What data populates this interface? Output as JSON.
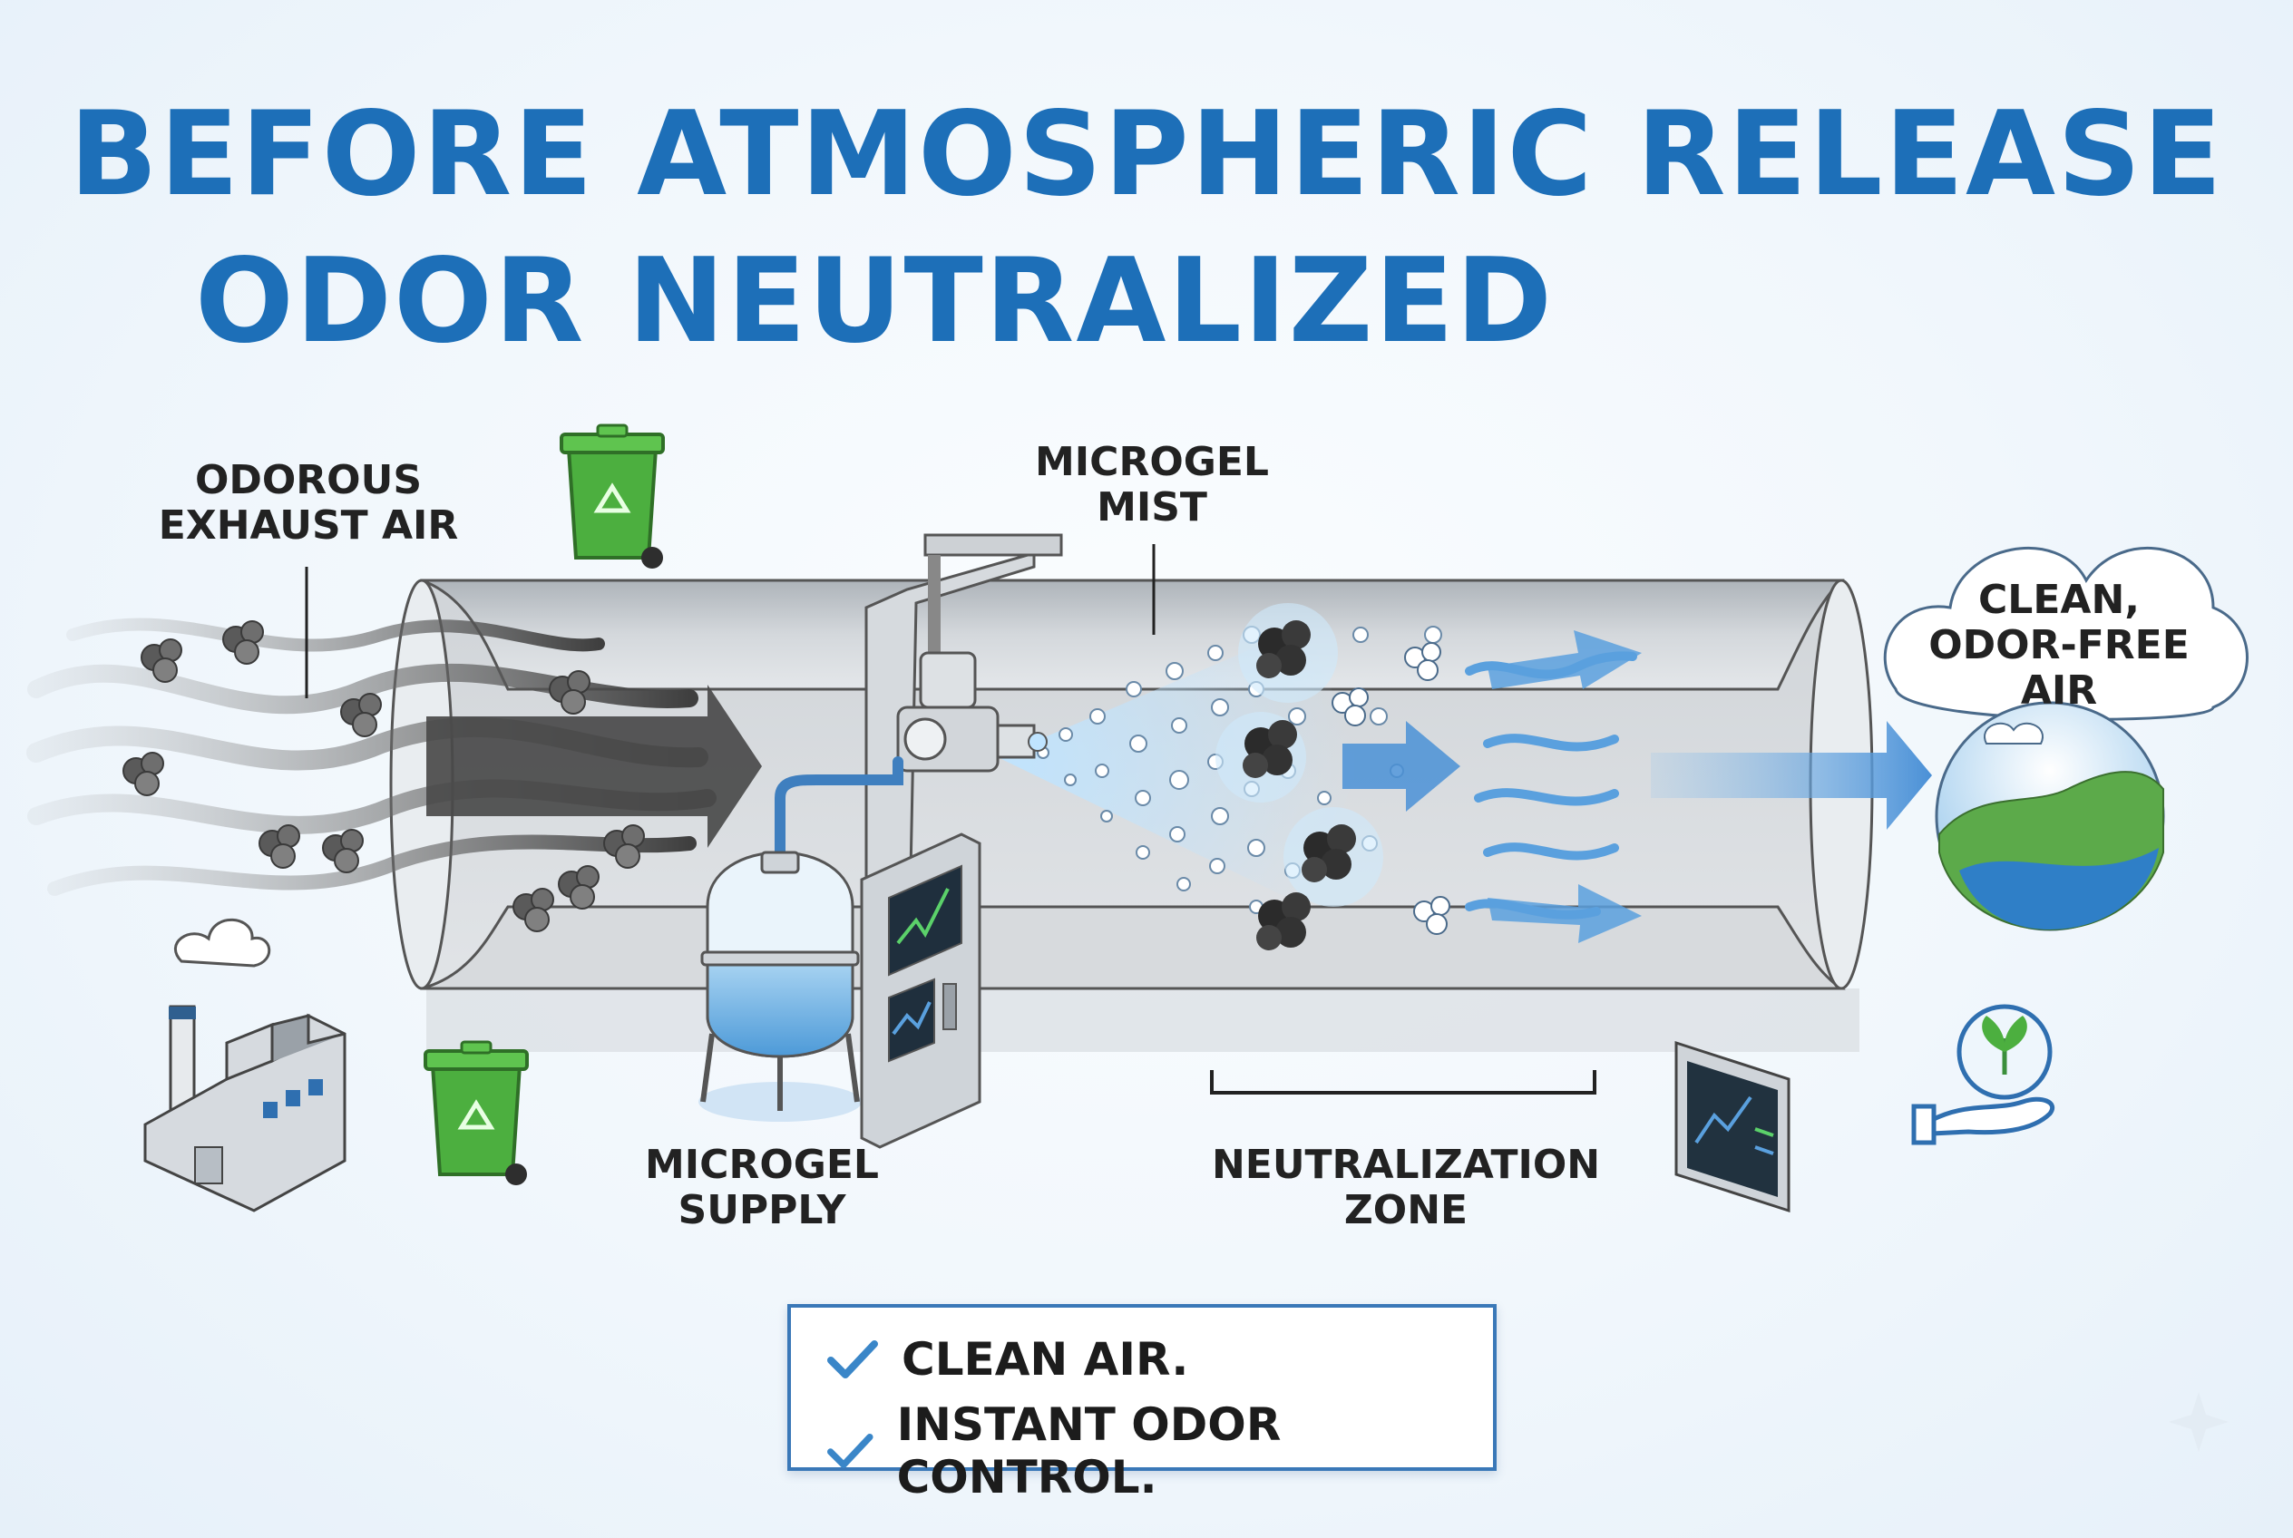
{
  "title": {
    "line1": "BEFORE ATMOSPHERIC RELEASE",
    "line2": "ODOR NEUTRALIZED"
  },
  "labels": {
    "odorous_exhaust": "ODOROUS\nEXHAUST AIR",
    "microgel_mist": "MICROGEL\nMIST",
    "clean_air": "CLEAN,\nODOR-FREE AIR",
    "microgel_supply": "MICROGEL\nSUPPLY",
    "neutralization_zone": "NEUTRALIZATION\nZONE"
  },
  "summary": {
    "items": [
      "CLEAN AIR.",
      "INSTANT ODOR CONTROL."
    ]
  },
  "colors": {
    "title_blue": "#1d6fb8",
    "flow_blue": "#4a90d6",
    "odor_gray": "#4a4a4a",
    "bin_green": "#4caf3f",
    "duct_gray": "#c9cdd2"
  },
  "icons": [
    "recycle-bin-icon",
    "factory-icon",
    "monitor-chart-icon",
    "hand-plant-icon",
    "checkmark-icon",
    "sparkle-icon"
  ]
}
